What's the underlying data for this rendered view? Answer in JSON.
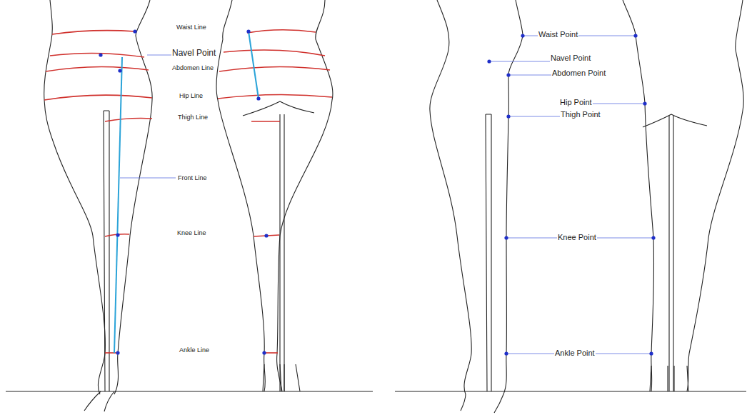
{
  "diagram": {
    "labels": [
      "Waist Line",
      "Navel Point",
      "Abdomen Line",
      "Hip Line",
      "Thigh Line",
      "Front Line",
      "Knee Line",
      "Ankle Line",
      "Waist Point",
      "Navel Point",
      "Abdomen Point",
      "Hip Point",
      "Thigh Point",
      "Knee Point",
      "Ankle Point"
    ]
  }
}
